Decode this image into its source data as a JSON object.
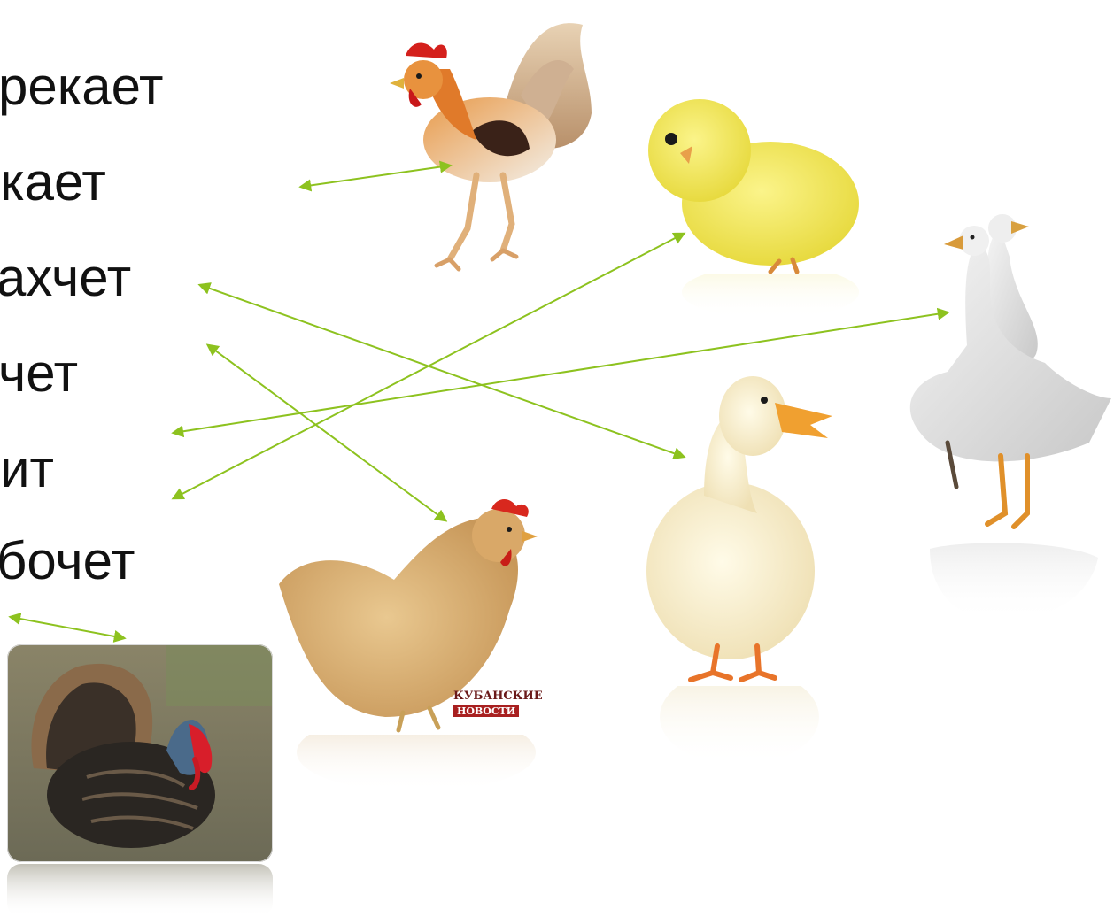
{
  "words": [
    "рекает",
    "кает",
    "ахчет",
    "чет",
    "ит",
    "бочет"
  ],
  "pictures": {
    "rooster": "rooster-picture",
    "chick": "chick-picture",
    "geese": "geese-picture",
    "duck": "duck-picture",
    "hen": "hen-picture",
    "turkey": "turkey-picture"
  },
  "hen_watermark": {
    "line1": "КУБАНСКИЕ",
    "line2": "НОВОСТИ"
  },
  "colors": {
    "arrow": "#8dc21f",
    "text": "#111111"
  }
}
